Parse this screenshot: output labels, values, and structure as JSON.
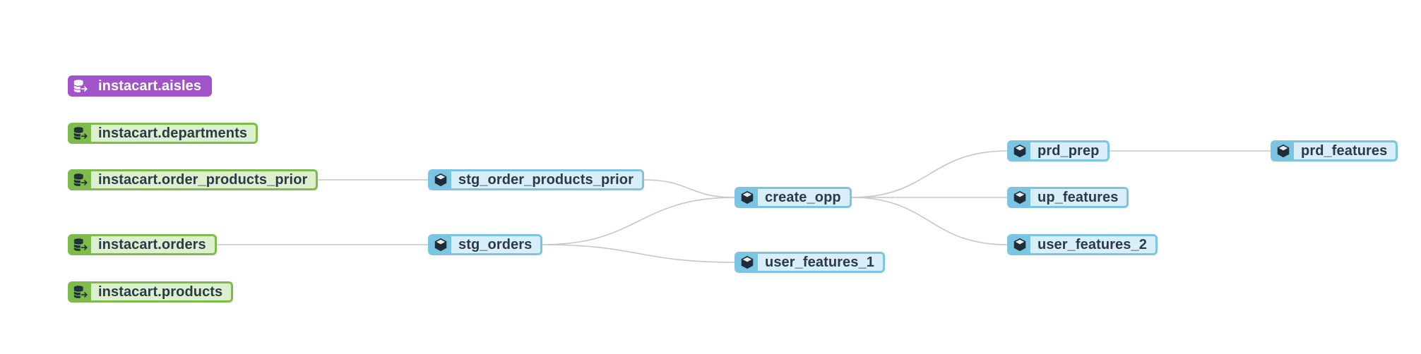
{
  "graph": {
    "sources": [
      {
        "id": "aisles",
        "label": "instacart.aisles",
        "selected": true,
        "icon": "database-source-icon"
      },
      {
        "id": "departments",
        "label": "instacart.departments",
        "selected": false,
        "icon": "database-source-icon"
      },
      {
        "id": "order_products_prior",
        "label": "instacart.order_products_prior",
        "selected": false,
        "icon": "database-source-icon"
      },
      {
        "id": "orders",
        "label": "instacart.orders",
        "selected": false,
        "icon": "database-source-icon"
      },
      {
        "id": "products",
        "label": "instacart.products",
        "selected": false,
        "icon": "database-source-icon"
      }
    ],
    "models": [
      {
        "id": "stg_order_products_prior",
        "label": "stg_order_products_prior",
        "icon": "cube-model-icon"
      },
      {
        "id": "stg_orders",
        "label": "stg_orders",
        "icon": "cube-model-icon"
      },
      {
        "id": "create_opp",
        "label": "create_opp",
        "icon": "cube-model-icon"
      },
      {
        "id": "user_features_1",
        "label": "user_features_1",
        "icon": "cube-model-icon"
      },
      {
        "id": "prd_prep",
        "label": "prd_prep",
        "icon": "cube-model-icon"
      },
      {
        "id": "up_features",
        "label": "up_features",
        "icon": "cube-model-icon"
      },
      {
        "id": "user_features_2",
        "label": "user_features_2",
        "icon": "cube-model-icon"
      },
      {
        "id": "prd_features",
        "label": "prd_features",
        "icon": "cube-model-icon"
      }
    ],
    "edges": [
      [
        "order_products_prior",
        "stg_order_products_prior"
      ],
      [
        "orders",
        "stg_orders"
      ],
      [
        "stg_order_products_prior",
        "create_opp"
      ],
      [
        "stg_orders",
        "create_opp"
      ],
      [
        "stg_orders",
        "user_features_1"
      ],
      [
        "create_opp",
        "prd_prep"
      ],
      [
        "create_opp",
        "up_features"
      ],
      [
        "create_opp",
        "user_features_2"
      ],
      [
        "prd_prep",
        "prd_features"
      ]
    ],
    "colors": {
      "source": "#7dbb4c",
      "source_selected": "#a153c9",
      "model": "#7cc5e2",
      "edge": "#c4c6cb"
    }
  }
}
